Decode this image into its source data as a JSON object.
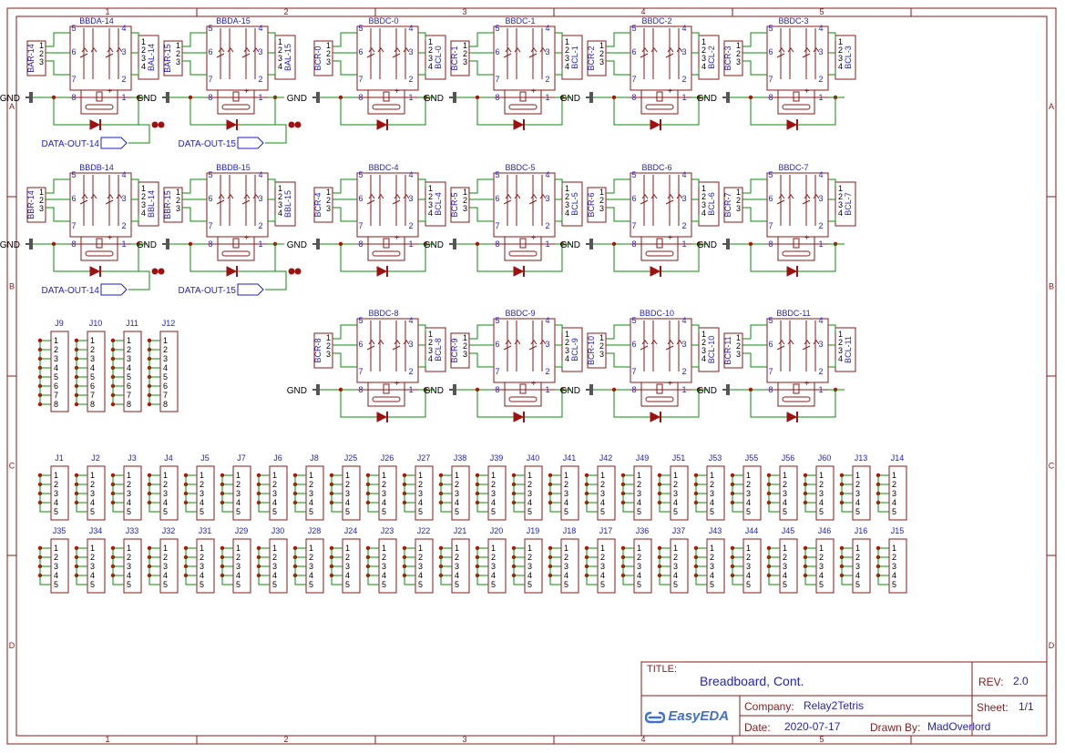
{
  "border": {
    "columns": [
      "1",
      "2",
      "3",
      "4",
      "5"
    ],
    "rows": [
      "A",
      "B",
      "C",
      "D"
    ]
  },
  "relays": [
    {
      "name": "BBDA-14",
      "left": "BAR-14",
      "right": "BAL-14",
      "out": "DATA-OUT-14"
    },
    {
      "name": "BBDA-15",
      "left": "BAR-15",
      "right": "BAL-15",
      "out": "DATA-OUT-15"
    },
    {
      "name": "BBDC-0",
      "left": "BCR-0",
      "right": "BCL-0"
    },
    {
      "name": "BBDC-1",
      "left": "BCR-1",
      "right": "BCL-1"
    },
    {
      "name": "BBDC-2",
      "left": "BCR-2",
      "right": "BCL-2"
    },
    {
      "name": "BBDC-3",
      "left": "BCR-3",
      "right": "BCL-3"
    },
    {
      "name": "BBDB-14",
      "left": "BBR-14",
      "right": "BBL-14",
      "out": "DATA-OUT-14"
    },
    {
      "name": "BBDB-15",
      "left": "BBR-15",
      "right": "BBL-15",
      "out": "DATA-OUT-15"
    },
    {
      "name": "BBDC-4",
      "left": "BCR-4",
      "right": "BCL-4"
    },
    {
      "name": "BBDC-5",
      "left": "BCR-5",
      "right": "BCL-5"
    },
    {
      "name": "BBDC-6",
      "left": "BCR-6",
      "right": "BCL-6"
    },
    {
      "name": "BBDC-7",
      "left": "BCR-7",
      "right": "BCL-7"
    },
    {
      "name": "BBDC-8",
      "left": "BCR-8",
      "right": "BCL-8"
    },
    {
      "name": "BBDC-9",
      "left": "BCR-9",
      "right": "BCL-9"
    },
    {
      "name": "BBDC-10",
      "left": "BCR-10",
      "right": "BCL-10"
    },
    {
      "name": "BBDC-11",
      "left": "BCR-11",
      "right": "BCL-11"
    }
  ],
  "pins": {
    "left_pins": [
      "1",
      "2",
      "3"
    ],
    "right_pins": [
      "1",
      "2",
      "3",
      "4"
    ],
    "contacts": [
      "5",
      "4",
      "6",
      "3",
      "7",
      "2",
      "8",
      "1"
    ],
    "gnd": "GND",
    "plus": "+"
  },
  "headers8": {
    "names": [
      "J9",
      "J10",
      "J11",
      "J12"
    ],
    "pins": [
      "1",
      "2",
      "3",
      "4",
      "5",
      "6",
      "7",
      "8"
    ]
  },
  "headers5": {
    "row1": [
      "J1",
      "J2",
      "J3",
      "J4",
      "J5",
      "J7",
      "J6",
      "J8",
      "J25",
      "J26",
      "J27",
      "J38",
      "J39",
      "J40",
      "J41",
      "J42",
      "J49",
      "J51",
      "J53",
      "J55",
      "J56",
      "J60",
      "J13",
      "J14"
    ],
    "row2": [
      "J35",
      "J34",
      "J33",
      "J32",
      "J31",
      "J29",
      "J30",
      "J28",
      "J24",
      "J23",
      "J22",
      "J21",
      "J20",
      "J19",
      "J18",
      "J17",
      "J36",
      "J37",
      "J43",
      "J44",
      "J45",
      "J46",
      "J16",
      "J15"
    ],
    "pins": [
      "1",
      "2",
      "3",
      "4",
      "5"
    ]
  },
  "title_block": {
    "title_label": "TITLE:",
    "title": "Breadboard, Cont.",
    "rev_label": "REV:",
    "rev": "2.0",
    "company_label": "Company:",
    "company": "Relay2Tetris",
    "sheet_label": "Sheet:",
    "sheet": "1/1",
    "date_label": "Date:",
    "date": "2020-07-17",
    "drawn_label": "Drawn By:",
    "drawn_by": "MadOverlord",
    "logo": "EasyEDA"
  },
  "colors": {
    "border": "#8b1a1a",
    "component": "#8b1a1a",
    "wire": "#0a8c0a",
    "pin_number": "#1e1ed2",
    "net_label": "#1e1ed2",
    "junction": "#c80000",
    "gnd_symbol": "#555555",
    "logo": "#3f6fd1"
  }
}
